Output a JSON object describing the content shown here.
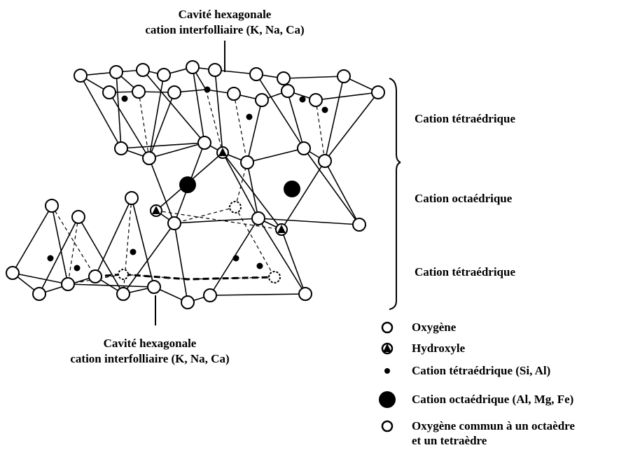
{
  "labels": {
    "top_cavity_line1": "Cavité hexagonale",
    "top_cavity_line2": "cation interfolliaire (K, Na, Ca)",
    "bottom_cavity_line1": "Cavité hexagonale",
    "bottom_cavity_line2": "cation interfolliaire (K, Na, Ca)",
    "layer_top": "Cation tétraédrique",
    "layer_middle": "Cation octaédrique",
    "layer_bottom": "Cation tétraédrique"
  },
  "legend": [
    {
      "symbol": "oxygen",
      "label": "Oxygène"
    },
    {
      "symbol": "hydroxyl",
      "label": "Hydroxyle"
    },
    {
      "symbol": "small-dot",
      "label": "Cation tétraédrique (Si, Al)"
    },
    {
      "symbol": "large-dot",
      "label": "Cation octaédrique (Al, Mg, Fe)"
    },
    {
      "symbol": "oxygen",
      "label": "Oxygène commun à un octaèdre"
    },
    {
      "symbol": "none",
      "label": "et un tetraèdre"
    }
  ]
}
